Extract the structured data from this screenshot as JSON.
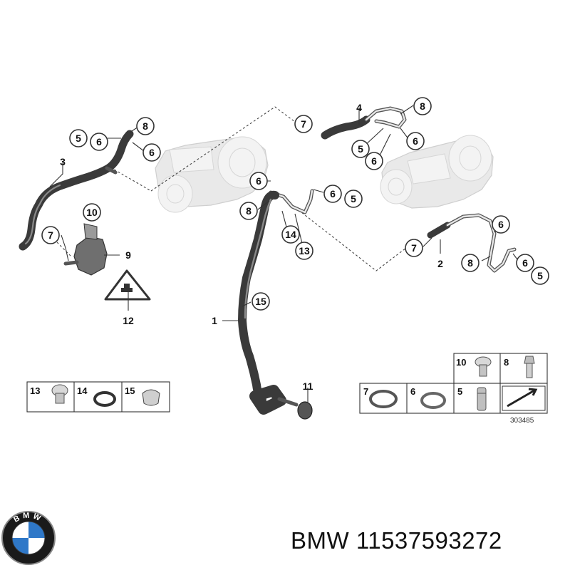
{
  "diagram": {
    "code": "303485",
    "callouts": [
      "8",
      "5",
      "6",
      "6",
      "3",
      "7",
      "10",
      "9",
      "12",
      "7",
      "4",
      "8",
      "6",
      "5",
      "6",
      "6",
      "6",
      "5",
      "8",
      "14",
      "13",
      "15",
      "1",
      "11",
      "7",
      "2",
      "6",
      "8",
      "6",
      "5"
    ],
    "legend_left": [
      "13",
      "14",
      "15"
    ],
    "legend_right_top": [
      "10",
      "8"
    ],
    "legend_right_bottom": [
      "7",
      "6",
      "5"
    ]
  },
  "footer": {
    "logo_text": "BMW",
    "brand_part": "BMW 11537593272"
  },
  "colors": {
    "hose": "#3a3a3a",
    "ghost": "#e9e9e9",
    "roundel_blue": "#2f78c8"
  }
}
